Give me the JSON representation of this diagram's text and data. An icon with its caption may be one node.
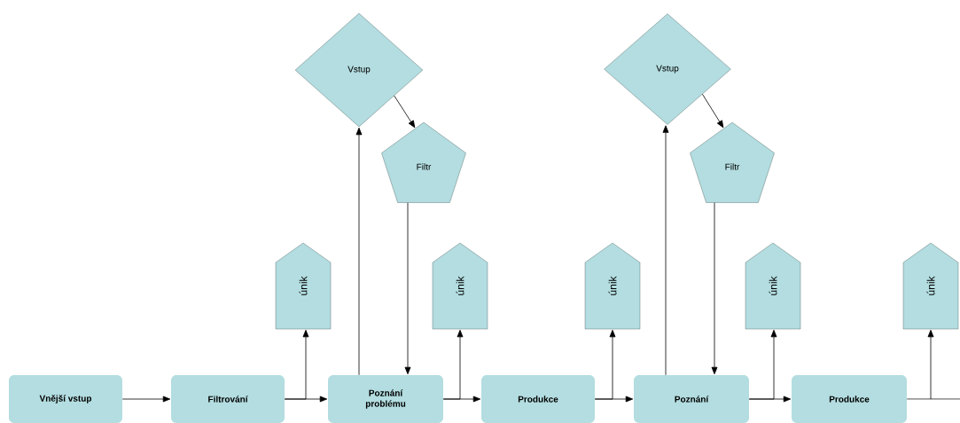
{
  "diagram": {
    "nodes": [
      {
        "text": [
          "Vnější vstup"
        ]
      },
      {
        "text": [
          "Filtrování"
        ]
      },
      {
        "text": [
          "Poznání problému"
        ]
      },
      {
        "text": [
          "Produkce"
        ]
      },
      {
        "text": [
          "Poznání"
        ]
      },
      {
        "text": [
          "Produkce"
        ]
      },
      {
        "text": [
          "Vstup"
        ]
      },
      {
        "text": [
          "Filtr"
        ]
      },
      {
        "text": [
          "Vstup"
        ]
      },
      {
        "text": [
          "Filtr"
        ]
      },
      {
        "text": [
          "únik"
        ]
      },
      {
        "text": [
          "únik"
        ]
      },
      {
        "text": [
          "únik"
        ]
      },
      {
        "text": [
          "únik"
        ]
      },
      {
        "text": [
          "únik"
        ]
      }
    ],
    "edges": [
      {
        "from": 0,
        "to": 1,
        "arrow": "to"
      },
      {
        "from": 1,
        "to": 2,
        "arrow": "to"
      },
      {
        "from": 1,
        "to": 10,
        "arrow": "to"
      },
      {
        "from": 2,
        "to": 3,
        "arrow": "to"
      },
      {
        "from": 2,
        "to": 11,
        "arrow": "to"
      },
      {
        "from": 3,
        "to": 4,
        "arrow": "to"
      },
      {
        "from": 3,
        "to": 12,
        "arrow": "to"
      },
      {
        "from": 4,
        "to": 5,
        "arrow": "to"
      },
      {
        "from": 4,
        "to": 13,
        "arrow": "to"
      },
      {
        "from": 5,
        "to": 14,
        "arrow": "to"
      },
      {
        "from": 2,
        "to": 6,
        "arrow": "to"
      },
      {
        "from": 6,
        "to": 7,
        "arrow": "to"
      },
      {
        "from": 7,
        "to": 2,
        "arrow": "to"
      },
      {
        "from": 4,
        "to": 8,
        "arrow": "to"
      },
      {
        "from": 8,
        "to": 9,
        "arrow": "to"
      },
      {
        "from": 9,
        "to": 4,
        "arrow": "to"
      }
    ]
  }
}
